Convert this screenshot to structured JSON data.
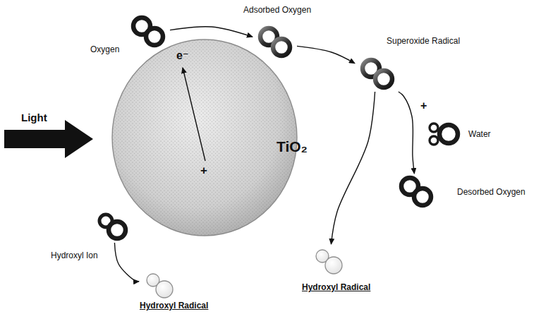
{
  "diagram": {
    "nodes": [
      {
        "text": [
          "Oxygen"
        ]
      },
      {
        "text": [
          "Adsorbed Oxygen"
        ]
      },
      {
        "text": [
          "Superoxide Radical"
        ]
      },
      {
        "text": [
          "TiO₂"
        ]
      },
      {
        "text": [
          "Water"
        ]
      },
      {
        "text": [
          "Desorbed Oxygen"
        ]
      },
      {
        "text": [
          "Hydroxyl Ion"
        ]
      },
      {
        "text": [
          "Hydroxyl Radical"
        ]
      },
      {
        "text": [
          "Hydroxyl Radical"
        ]
      }
    ],
    "edges": [
      {
        "from": 0,
        "to": 1,
        "arrow": "to"
      },
      {
        "from": 1,
        "to": 2,
        "arrow": "to"
      },
      {
        "from": 2,
        "to": 5,
        "arrow": "to"
      },
      {
        "from": 2,
        "to": 7,
        "arrow": "to"
      },
      {
        "from": 6,
        "to": 8,
        "arrow": "to"
      }
    ],
    "labels": [
      "Light",
      "e⁻",
      "+",
      "+"
    ]
  }
}
